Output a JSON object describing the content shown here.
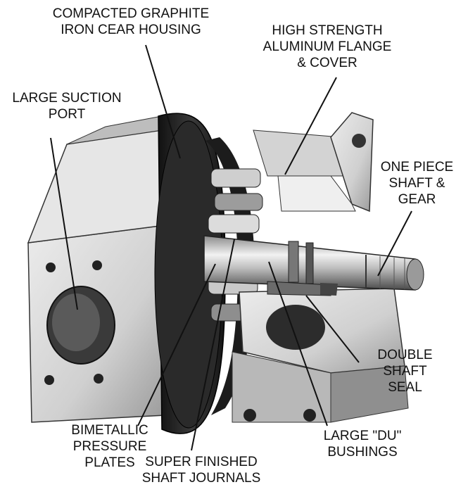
{
  "labels": {
    "housing": [
      "COMPACTED GRAPHITE",
      "IRON CEAR HOUSING"
    ],
    "flange": [
      "HIGH STRENGTH",
      "ALUMINUM FLANGE",
      "& COVER"
    ],
    "suction": [
      "LARGE SUCTION",
      "PORT"
    ],
    "shaft_gear": [
      "ONE PIECE",
      "SHAFT &",
      "GEAR"
    ],
    "seal": [
      "DOUBLE",
      "SHAFT",
      "SEAL"
    ],
    "plates": [
      "BIMETALLIC",
      "PRESSURE",
      "PLATES"
    ],
    "journals": [
      "SUPER FINISHED",
      "SHAFT JOURNALS"
    ],
    "bushings": [
      "LARGE \"DU\"",
      "BUSHINGS"
    ]
  },
  "colors": {
    "text": "#111111",
    "leader": "#111111",
    "housing": "#2a2a2a",
    "aluminum": "#d9d9d9",
    "shadow": "#8a8a8a",
    "steel": "#b5b5b5",
    "dark": "#1a1a1a"
  }
}
